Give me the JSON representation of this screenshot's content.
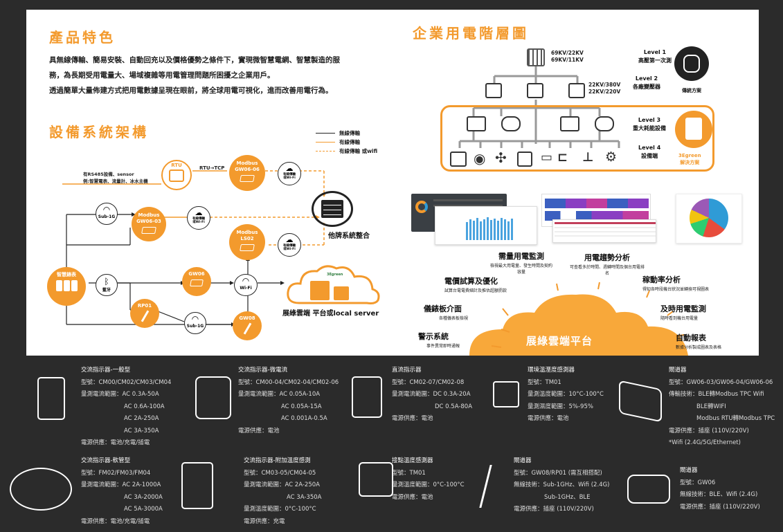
{
  "features": {
    "title": "產品特色",
    "p1": "具無線傳輸、簡易安裝、自動回充以及價格優勢之條件下，實現微智慧電網、智慧製造的服",
    "p2": "務，為長期受用電量大、場域複雜等用電管理問題所困擾之企業用戶。",
    "p3": "透過簡單大量佈建方式把用電數據呈現在眼前，將全球用電可視化，進而改善用電行為。"
  },
  "architecture": {
    "title": "設備系統架構",
    "legend": [
      "無線傳輸",
      "有線傳輸",
      "有線傳輸 或wifi"
    ],
    "rs485_line1": "有RS485設備、sensor",
    "rs485_line2": "例:智慧電表、流量計、冰水主機",
    "rtu": "RTU",
    "rtu_tcp": "RTU→TCP",
    "modbus1_a": "Modbus",
    "modbus1_b": "GW06-06",
    "wired_wifi": "有線傳輸\n或Wi-Fi",
    "sub1g": "Sub-1G",
    "modbus2_a": "Modbus",
    "modbus2_b": "GW06-03",
    "modbus3_a": "Modbus",
    "modbus3_b": "LS02",
    "smart_meter": "智慧錶表",
    "bluetooth": "藍牙",
    "gw06": "GW06",
    "wifi": "Wi-Fi",
    "rp01": "RP01",
    "gw08": "GW08",
    "other_system": "他牌系統整合",
    "cloud_label": "展綠雲端 平台或local server",
    "brand": "3Egreen"
  },
  "hierarchy": {
    "title": "企業用電階層圖",
    "v1a": "69KV/22KV",
    "v1b": "69KV/11KV",
    "v2a": "22KV/380V",
    "v2b": "22KV/220V",
    "l1": "Level 1",
    "l1d": "高壓第一次測",
    "l2": "Level 2",
    "l2d": "各廠變壓器",
    "l3": "Level 3",
    "l3d": "重大耗能設備",
    "l4": "Level 4",
    "l4d": "設備端",
    "navigation": "傳統方案",
    "brand": "3Egreen",
    "solution": "解決方案"
  },
  "cloud": {
    "title": "展綠雲端平台",
    "f1": "需量用電監測",
    "f1s": "檢視最大用電量、發生時間及契約容量",
    "f2": "用電趨勢分析",
    "f2s": "可查看多於時間、週轉時間及個台用電排名",
    "f3": "電價試算及優化",
    "f3s": "試算台電電費細計及推估超額罰款",
    "f4": "稼動率分析",
    "f4s": "得知各時段機台狀況並轉換可視圖表",
    "f5": "儀錶板介面",
    "f5s": "各種儀表板檢視",
    "f6": "及時用電監測",
    "f6s": "隨時看到機台用電量",
    "f7": "警示系統",
    "f7s": "事件異常即時通報",
    "f8": "自動報表",
    "f8s": "數據分析製成圖表及表格"
  },
  "products": [
    {
      "name": "交流指示器-一般型",
      "lines": [
        "型號：CM00/CM02/CM03/CM04",
        "量測電流範圍：AC 0.3A-50A",
        "AC 0.6A-100A",
        "AC 2A-250A",
        "AC 3A-350A",
        "電源供應：電池/充電/插電"
      ]
    },
    {
      "name": "交流指示器-微電流",
      "lines": [
        "型號：CM00-04/CM02-04/CM02-06",
        "量測電流範圍：AC 0.05A-10A",
        "AC 0.05A-15A",
        "AC 0.001A-0.5A",
        "電源供應：電池"
      ]
    },
    {
      "name": "直流指示器",
      "lines": [
        "型號：CM02-07/CM02-08",
        "量測電流範圍：DC 0.3A-20A",
        "DC 0.5A-80A",
        "電源供應：電池"
      ]
    },
    {
      "name": "環境溫溼度感測器",
      "lines": [
        "型號：TM01",
        "量測溫度範圍：10°C-100°C",
        "量測濕度範圍：5%-95%",
        "電源供應：電池"
      ]
    },
    {
      "name": "閘道器",
      "lines": [
        "型號：GW06-03/GW06-04/GW06-06",
        "傳輸技術：BLE轉Modbus TPC Wifi",
        "BLE轉WIFI",
        "Modbus RTU轉Modbus TPC",
        "電源供應：插座 (110V/220V)",
        "*Wifi (2.4G/5G/Ethernet)"
      ]
    },
    {
      "name": "交流指示器-軟管型",
      "lines": [
        "型號：FM02/FM03/FM04",
        "量測電流範圍：AC 2A-1000A",
        "AC 3A-2000A",
        "AC 5A-3000A",
        "電源供應：電池/充電/插電"
      ]
    },
    {
      "name": "交流指示器-附加溫度感測",
      "lines": [
        "型號：CM03-05/CM04-05",
        "量測電流範圍：AC 2A-250A",
        "AC 3A-350A",
        "量測溫度範圍：0°C-100°C",
        "電源供應：充電"
      ]
    },
    {
      "name": "接點溫度感測器",
      "lines": [
        "型號：TM01",
        "量測溫度範圍：0°C-100°C",
        "電源供應：電池"
      ]
    },
    {
      "name": "閘道器",
      "lines": [
        "型號：GW08/RP01 (需互相搭配)",
        "無線技術：Sub-1GHz、Wifi (2.4G)",
        "Sub-1GHz、BLE",
        "電源供應：插座 (110V/220V)"
      ]
    },
    {
      "name": "閘道器",
      "lines": [
        "型號：GW06",
        "無線技術：BLE、Wifi (2.4G)",
        "電源供應：插座 (110V/220V)"
      ]
    }
  ],
  "colors": {
    "orange": "#f39a2d",
    "dark": "#2b2b2b"
  }
}
